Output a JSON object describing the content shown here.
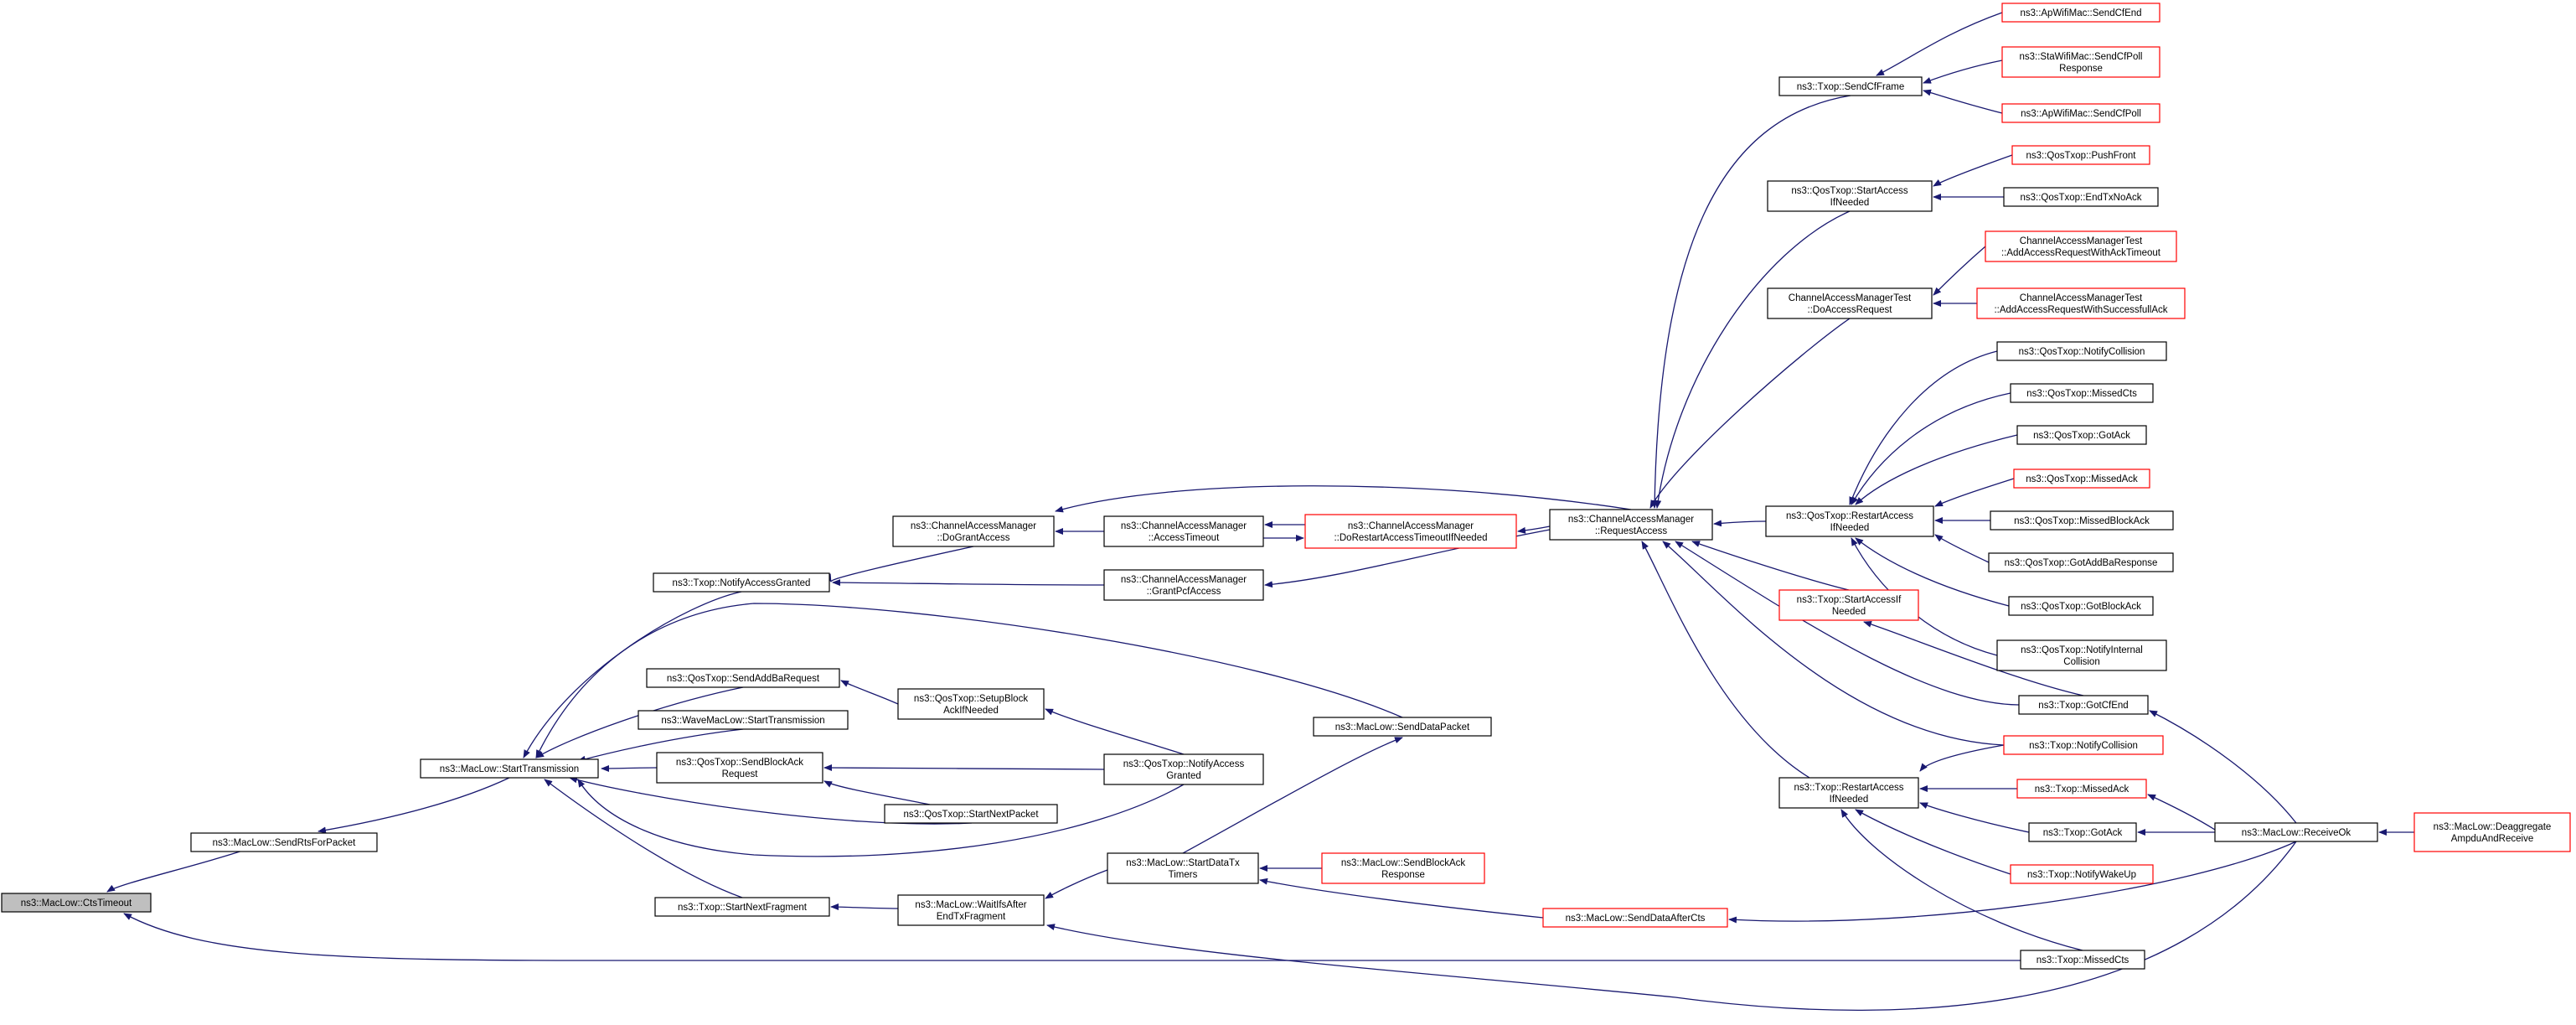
{
  "graph": {
    "colors": {
      "edge": "#191970",
      "node_border": "#000000",
      "node_border_truncated": "#ff0000",
      "node_fill": "#ffffff",
      "root_fill": "#bfbfbf",
      "text": "#000000"
    },
    "nodes": [
      {
        "id": "n0",
        "lines": [
          "ns3::MacLow::CtsTimeout"
        ],
        "root": true
      },
      {
        "id": "n1",
        "lines": [
          "ns3::MacLow::SendRtsForPacket"
        ]
      },
      {
        "id": "n2",
        "lines": [
          "ns3::MacLow::StartTransmission"
        ]
      },
      {
        "id": "n3",
        "lines": [
          "ns3::Txop::NotifyAccessGranted"
        ]
      },
      {
        "id": "n4",
        "lines": [
          "ns3::QosTxop::SendAddBaRequest"
        ]
      },
      {
        "id": "n5",
        "lines": [
          "ns3::WaveMacLow::StartTransmission"
        ]
      },
      {
        "id": "n6",
        "lines": [
          "ns3::QosTxop::SendBlockAck",
          "Request"
        ]
      },
      {
        "id": "n7",
        "lines": [
          "ns3::Txop::StartNextFragment"
        ]
      },
      {
        "id": "n8",
        "lines": [
          "ns3::ChannelAccessManager",
          "::DoGrantAccess"
        ]
      },
      {
        "id": "n9",
        "lines": [
          "ns3::QosTxop::SetupBlock",
          "AckIfNeeded"
        ]
      },
      {
        "id": "n10",
        "lines": [
          "ns3::QosTxop::StartNextPacket"
        ]
      },
      {
        "id": "n11",
        "lines": [
          "ns3::MacLow::WaitIfsAfter",
          "EndTxFragment"
        ]
      },
      {
        "id": "n12",
        "lines": [
          "ns3::ChannelAccessManager",
          "::AccessTimeout"
        ]
      },
      {
        "id": "n13",
        "lines": [
          "ns3::ChannelAccessManager",
          "::GrantPcfAccess"
        ]
      },
      {
        "id": "n14",
        "lines": [
          "ns3::QosTxop::NotifyAccess",
          "Granted"
        ]
      },
      {
        "id": "n15",
        "lines": [
          "ns3::MacLow::StartDataTx",
          "Timers"
        ]
      },
      {
        "id": "n16",
        "lines": [
          "ns3::ChannelAccessManager",
          "::DoRestartAccessTimeoutIfNeeded"
        ],
        "truncated": true
      },
      {
        "id": "n17",
        "lines": [
          "ns3::MacLow::SendDataPacket"
        ]
      },
      {
        "id": "n18",
        "lines": [
          "ns3::MacLow::SendBlockAck",
          "Response"
        ],
        "truncated": true
      },
      {
        "id": "n19",
        "lines": [
          "ns3::ChannelAccessManager",
          "::RequestAccess"
        ]
      },
      {
        "id": "n20",
        "lines": [
          "ns3::MacLow::SendDataAfterCts"
        ],
        "truncated": true
      },
      {
        "id": "n21",
        "lines": [
          "ns3::Txop::SendCfFrame"
        ]
      },
      {
        "id": "n22",
        "lines": [
          "ns3::QosTxop::StartAccess",
          "IfNeeded"
        ]
      },
      {
        "id": "n23",
        "lines": [
          "ChannelAccessManagerTest",
          "::DoAccessRequest"
        ]
      },
      {
        "id": "n24",
        "lines": [
          "ns3::QosTxop::RestartAccess",
          "IfNeeded"
        ]
      },
      {
        "id": "n25",
        "lines": [
          "ns3::Txop::StartAccessIf",
          "Needed"
        ],
        "truncated": true
      },
      {
        "id": "n26",
        "lines": [
          "ns3::Txop::RestartAccess",
          "IfNeeded"
        ]
      },
      {
        "id": "n27",
        "lines": [
          "ns3::ApWifiMac::SendCfEnd"
        ],
        "truncated": true
      },
      {
        "id": "n28",
        "lines": [
          "ns3::StaWifiMac::SendCfPoll",
          "Response"
        ],
        "truncated": true
      },
      {
        "id": "n29",
        "lines": [
          "ns3::ApWifiMac::SendCfPoll"
        ],
        "truncated": true
      },
      {
        "id": "n30",
        "lines": [
          "ns3::QosTxop::PushFront"
        ],
        "truncated": true
      },
      {
        "id": "n31",
        "lines": [
          "ns3::QosTxop::EndTxNoAck"
        ]
      },
      {
        "id": "n32",
        "lines": [
          "ChannelAccessManagerTest",
          "::AddAccessRequestWithAckTimeout"
        ],
        "truncated": true
      },
      {
        "id": "n33",
        "lines": [
          "ChannelAccessManagerTest",
          "::AddAccessRequestWithSuccessfullAck"
        ],
        "truncated": true
      },
      {
        "id": "n34",
        "lines": [
          "ns3::QosTxop::NotifyCollision"
        ]
      },
      {
        "id": "n35",
        "lines": [
          "ns3::QosTxop::MissedCts"
        ]
      },
      {
        "id": "n36",
        "lines": [
          "ns3::QosTxop::GotAck"
        ]
      },
      {
        "id": "n37",
        "lines": [
          "ns3::QosTxop::MissedAck"
        ],
        "truncated": true
      },
      {
        "id": "n38",
        "lines": [
          "ns3::QosTxop::MissedBlockAck"
        ]
      },
      {
        "id": "n39",
        "lines": [
          "ns3::QosTxop::GotAddBaResponse"
        ]
      },
      {
        "id": "n40",
        "lines": [
          "ns3::QosTxop::GotBlockAck"
        ]
      },
      {
        "id": "n41",
        "lines": [
          "ns3::QosTxop::NotifyInternal",
          "Collision"
        ]
      },
      {
        "id": "n42",
        "lines": [
          "ns3::Txop::GotCfEnd"
        ]
      },
      {
        "id": "n43",
        "lines": [
          "ns3::Txop::NotifyCollision"
        ],
        "truncated": true
      },
      {
        "id": "n44",
        "lines": [
          "ns3::Txop::MissedAck"
        ],
        "truncated": true
      },
      {
        "id": "n45",
        "lines": [
          "ns3::Txop::GotAck"
        ]
      },
      {
        "id": "n46",
        "lines": [
          "ns3::Txop::NotifyWakeUp"
        ],
        "truncated": true
      },
      {
        "id": "n47",
        "lines": [
          "ns3::Txop::MissedCts"
        ]
      },
      {
        "id": "n48",
        "lines": [
          "ns3::MacLow::ReceiveOk"
        ]
      },
      {
        "id": "n49",
        "lines": [
          "ns3::MacLow::Deaggregate",
          "AmpduAndReceive"
        ],
        "truncated": true
      }
    ],
    "edges": [
      [
        "n1",
        "n0"
      ],
      [
        "n47",
        "n0"
      ],
      [
        "n2",
        "n1"
      ],
      [
        "n3",
        "n2"
      ],
      [
        "n4",
        "n2"
      ],
      [
        "n5",
        "n2"
      ],
      [
        "n6",
        "n2"
      ],
      [
        "n7",
        "n2"
      ],
      [
        "n10",
        "n2"
      ],
      [
        "n14",
        "n2"
      ],
      [
        "n17",
        "n2"
      ],
      [
        "n8",
        "n3"
      ],
      [
        "n13",
        "n3"
      ],
      [
        "n9",
        "n4"
      ],
      [
        "n10",
        "n6"
      ],
      [
        "n14",
        "n6"
      ],
      [
        "n11",
        "n7"
      ],
      [
        "n12",
        "n8"
      ],
      [
        "n19",
        "n8"
      ],
      [
        "n14",
        "n9"
      ],
      [
        "n15",
        "n11"
      ],
      [
        "n48",
        "n11"
      ],
      [
        "n16",
        "n12"
      ],
      [
        "n19",
        "n13"
      ],
      [
        "n12",
        "n16"
      ],
      [
        "n19",
        "n16"
      ],
      [
        "n15",
        "n17"
      ],
      [
        "n18",
        "n15"
      ],
      [
        "n20",
        "n15"
      ],
      [
        "n21",
        "n19"
      ],
      [
        "n22",
        "n19"
      ],
      [
        "n23",
        "n19"
      ],
      [
        "n24",
        "n19"
      ],
      [
        "n25",
        "n19"
      ],
      [
        "n26",
        "n19"
      ],
      [
        "n42",
        "n19"
      ],
      [
        "n43",
        "n19"
      ],
      [
        "n48",
        "n20"
      ],
      [
        "n27",
        "n21"
      ],
      [
        "n28",
        "n21"
      ],
      [
        "n29",
        "n21"
      ],
      [
        "n30",
        "n22"
      ],
      [
        "n31",
        "n22"
      ],
      [
        "n32",
        "n23"
      ],
      [
        "n33",
        "n23"
      ],
      [
        "n34",
        "n24"
      ],
      [
        "n35",
        "n24"
      ],
      [
        "n36",
        "n24"
      ],
      [
        "n37",
        "n24"
      ],
      [
        "n38",
        "n24"
      ],
      [
        "n39",
        "n24"
      ],
      [
        "n40",
        "n24"
      ],
      [
        "n41",
        "n24"
      ],
      [
        "n42",
        "n25"
      ],
      [
        "n43",
        "n26"
      ],
      [
        "n44",
        "n26"
      ],
      [
        "n45",
        "n26"
      ],
      [
        "n46",
        "n26"
      ],
      [
        "n47",
        "n26"
      ],
      [
        "n48",
        "n42"
      ],
      [
        "n48",
        "n44"
      ],
      [
        "n48",
        "n45"
      ],
      [
        "n49",
        "n48"
      ]
    ]
  }
}
